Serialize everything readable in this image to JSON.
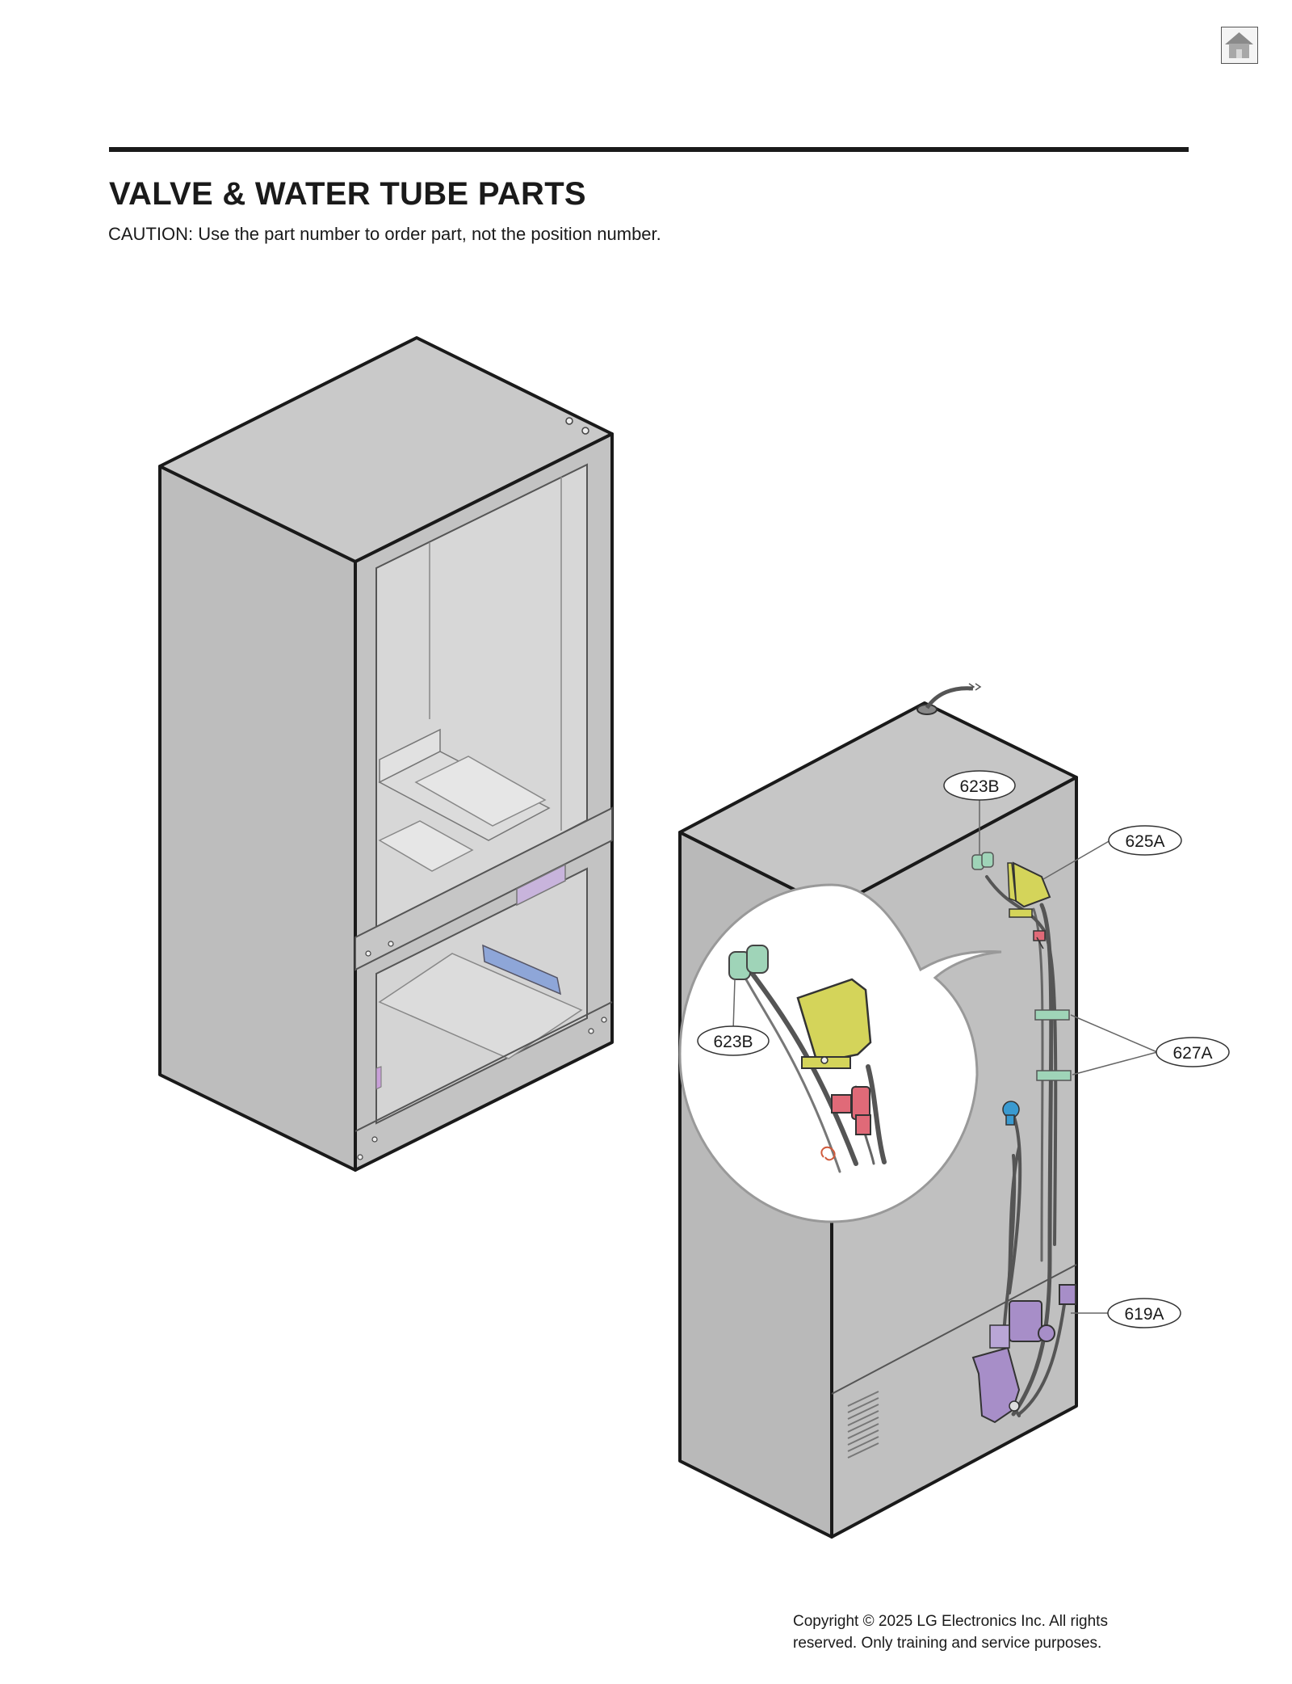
{
  "page": {
    "title": "VALVE & WATER TUBE PARTS",
    "caution": "CAUTION: Use the part number to order part, not the position number.",
    "copyright_line1": "Copyright © 2025 LG Electronics Inc. All rights",
    "copyright_line2": "reserved. Only training and service purposes."
  },
  "nav": {
    "home_icon": "home-icon"
  },
  "callouts": {
    "c623b_top": "623B",
    "c625a": "625A",
    "c623b_zoom": "623B",
    "c627a": "627A",
    "c619a": "619A"
  },
  "colors": {
    "cabinet": "#c0c0c0",
    "outline": "#1a1a1a",
    "valve_yellow": "#d4d45a",
    "fitting_red": "#e06a78",
    "clamp_green": "#9fd4b8",
    "valve_purple": "#a78ec8",
    "fitting_blue": "#3a9ad0",
    "shelf_blue": "#8ea6d8"
  }
}
